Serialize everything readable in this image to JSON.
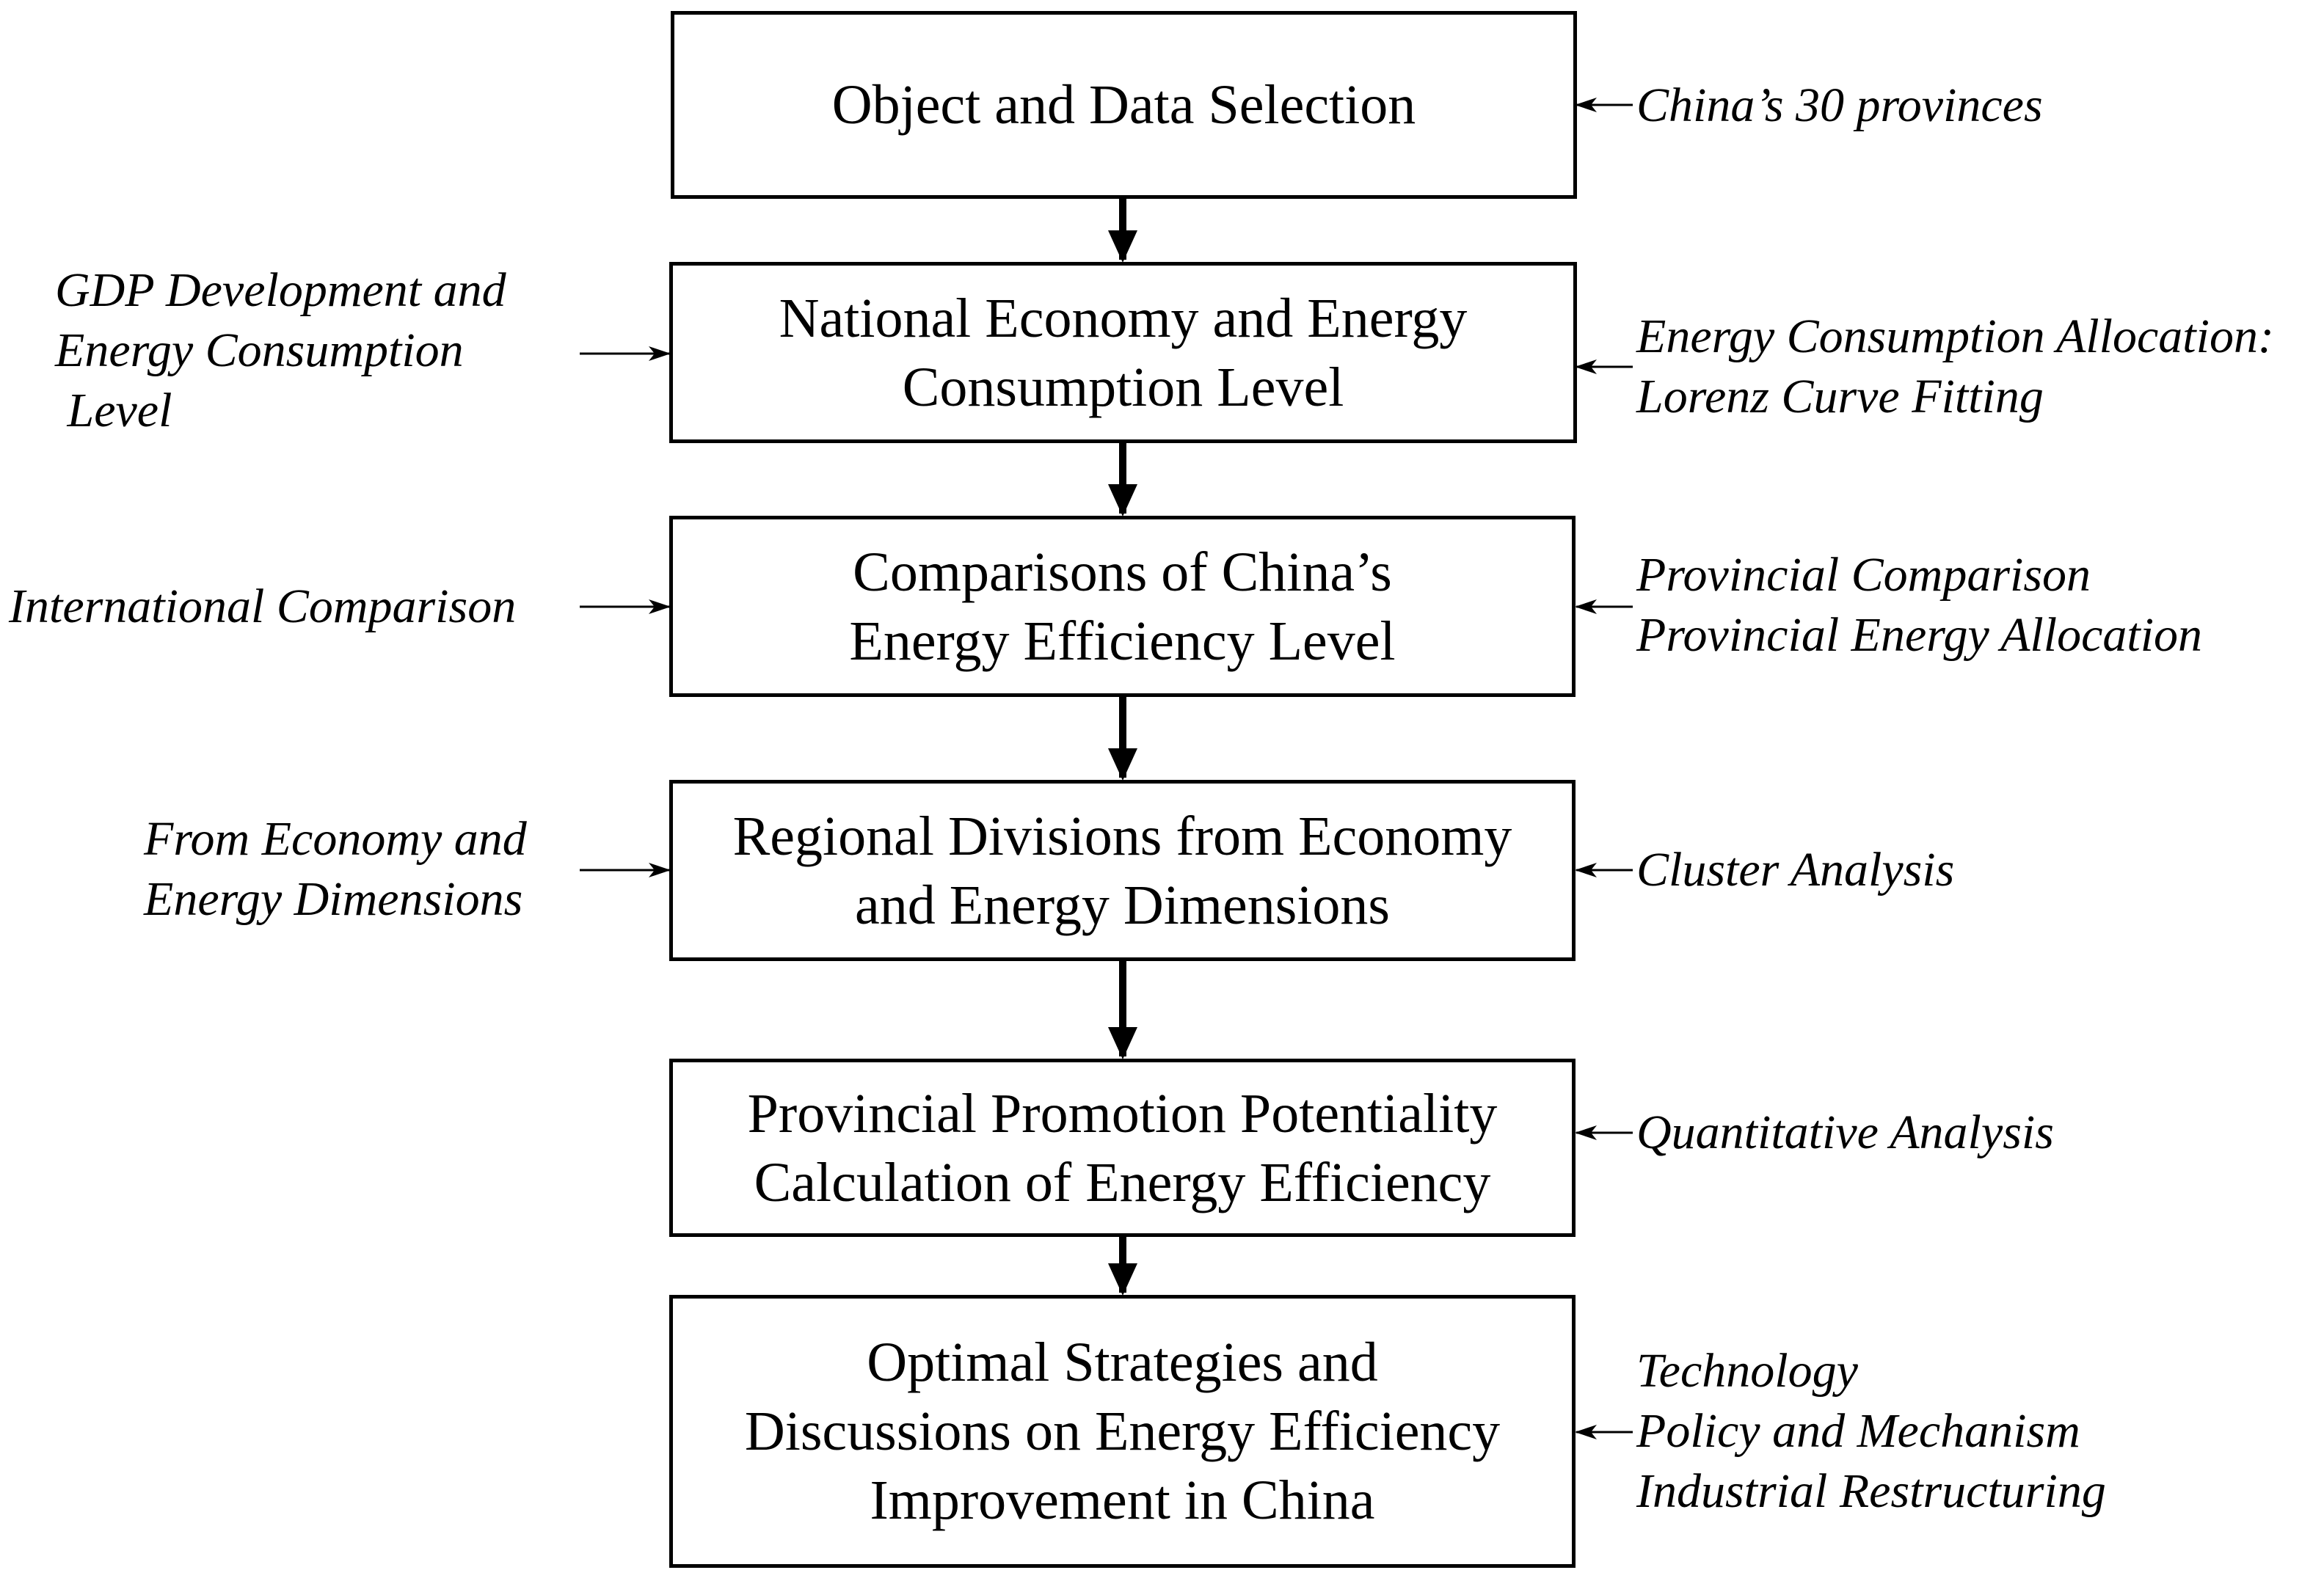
{
  "steps": [
    {
      "lines": [
        "Object and Data Selection"
      ]
    },
    {
      "lines": [
        "National Economy and Energy",
        "Consumption Level"
      ]
    },
    {
      "lines": [
        "Comparisons of China’s",
        "Energy Efficiency Level"
      ]
    },
    {
      "lines": [
        "Regional Divisions from Economy",
        "and Energy Dimensions"
      ]
    },
    {
      "lines": [
        "Provincial Promotion Potentiality",
        "Calculation of Energy Efficiency"
      ]
    },
    {
      "lines": [
        "Optimal Strategies and",
        "Discussions on Energy Efficiency",
        "Improvement in China"
      ]
    }
  ],
  "right_notes": [
    {
      "lines": [
        "China’s 30 provinces"
      ]
    },
    {
      "lines": [
        "Energy Consumption Allocation:",
        "Lorenz Curve Fitting"
      ]
    },
    {
      "lines": [
        "Provincial Comparison",
        "Provincial Energy Allocation"
      ]
    },
    {
      "lines": [
        "Cluster Analysis"
      ]
    },
    {
      "lines": [
        "Quantitative Analysis"
      ]
    },
    {
      "lines": [
        "Technology",
        "Policy and Mechanism",
        "Industrial Restructuring"
      ]
    }
  ],
  "left_notes": [
    {
      "lines": [
        "GDP Development and",
        "Energy Consumption",
        " Level"
      ]
    },
    {
      "lines": [
        "International Comparison"
      ]
    },
    {
      "lines": [
        "From Economy and",
        "Energy Dimensions"
      ]
    }
  ]
}
